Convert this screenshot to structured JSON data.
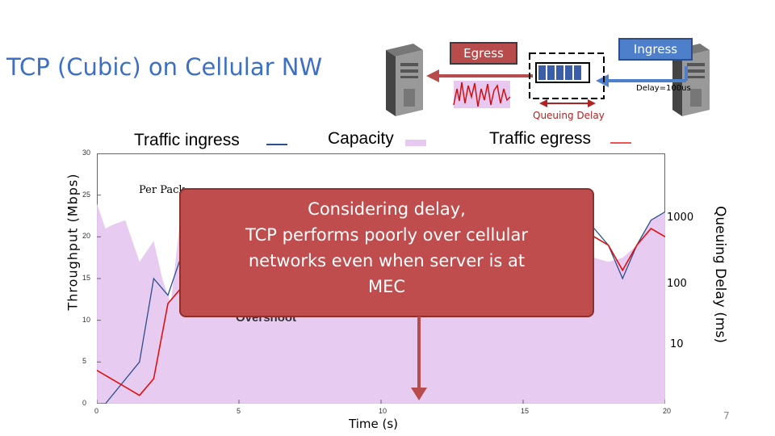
{
  "slide": {
    "title": "TCP (Cubic) on Cellular NW",
    "page_number": "7"
  },
  "diagram": {
    "egress_label": "Egress",
    "ingress_label": "Ingress",
    "delay_note": "Delay=100us",
    "queuing_delay_label": "Queuing Delay"
  },
  "legend": {
    "traffic_ingress": "Traffic ingress",
    "capacity": "Capacity",
    "traffic_egress": "Traffic egress"
  },
  "callout": {
    "lines": [
      "Considering delay,",
      "TCP performs poorly over cellular",
      "networks even when server is at",
      "MEC"
    ]
  },
  "annotations": {
    "per_packet": "Per Pack",
    "overshoot": "Overshoot"
  },
  "colors": {
    "title": "#3d6fc4",
    "callout": "#bf4d4d",
    "capacity_fill": "#e6c8f0",
    "ingress_line": "#2b4f8f",
    "egress_line": "#e01010"
  },
  "chart_data": {
    "type": "line",
    "xlabel": "Time (s)",
    "ylabel_left": "Throughput (Mbps)",
    "ylabel_right": "Queuing Delay (ms)",
    "xlim": [
      0,
      20
    ],
    "ylim": [
      0,
      30
    ],
    "x_ticks": [
      "0",
      "5",
      "10",
      "15",
      "20"
    ],
    "y_ticks": [
      "0",
      "5",
      "10",
      "15",
      "20",
      "25",
      "30"
    ],
    "right_ticks": [
      "10",
      "100",
      "1000"
    ],
    "series": [
      {
        "name": "Capacity",
        "x": [
          0,
          0.3,
          0.6,
          1.0,
          1.5,
          2.0,
          2.3,
          2.6,
          3.0,
          4.0,
          5.0,
          6.0,
          7.0,
          8.0,
          9.0,
          10.0,
          11.0,
          12.0,
          13.0,
          14.0,
          15.0,
          16.0,
          17.0,
          18.0,
          18.5,
          19.0,
          19.5,
          20.0
        ],
        "y": [
          24,
          21,
          21.5,
          22,
          17,
          19.5,
          15,
          12,
          24,
          21,
          22,
          19,
          23,
          21,
          20,
          19,
          20,
          23,
          22,
          21,
          20,
          19.5,
          18,
          17,
          17.5,
          19,
          22,
          23
        ]
      },
      {
        "name": "Traffic ingress",
        "x": [
          0,
          0.3,
          0.3,
          1.5,
          2.0,
          2.5,
          3.0,
          3.5,
          4.0,
          5.0,
          6.0,
          7.0,
          8.0,
          9.0,
          10.0,
          11.0,
          12.0,
          13.0,
          14.0,
          15.0,
          15.5,
          16.0,
          16.5,
          17.0,
          17.5,
          18.0,
          18.5,
          19.0,
          19.5,
          20.0
        ],
        "y": [
          0,
          0,
          0,
          5,
          15,
          13,
          18,
          21,
          20,
          21,
          20,
          22,
          21,
          20,
          21,
          22,
          25,
          24,
          23,
          19,
          24,
          23,
          18,
          22,
          21,
          19,
          15,
          19,
          22,
          23
        ]
      },
      {
        "name": "Traffic egress",
        "x": [
          0,
          1.0,
          1.5,
          2.0,
          2.5,
          3.0,
          4.0,
          5.0,
          6.0,
          7.0,
          8.0,
          9.0,
          10.0,
          11.0,
          12.0,
          13.0,
          14.0,
          15.0,
          16.0,
          17.0,
          17.5,
          18.0,
          18.5,
          19.0,
          19.5,
          20.0
        ],
        "y": [
          4,
          2,
          1,
          3,
          12,
          14,
          17,
          19,
          19,
          20,
          19,
          19,
          20,
          20,
          20,
          20,
          20,
          19,
          19,
          19.5,
          20,
          19,
          16,
          19,
          21,
          20
        ]
      }
    ]
  }
}
